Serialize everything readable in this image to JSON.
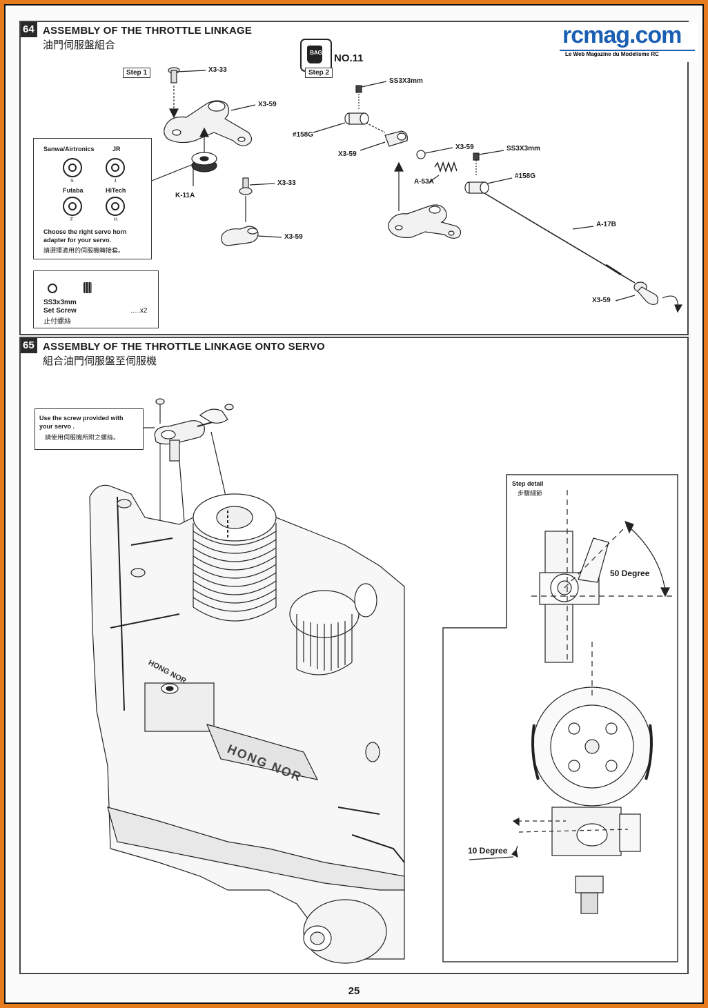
{
  "step64": {
    "number": "64",
    "title_en": "ASSEMBLY OF THE THROTTLE LINKAGE",
    "title_zh": "油門伺服盤組合",
    "bag_label": "BAG",
    "bag_number": "NO.11",
    "step1_label": "Step 1",
    "step2_label": "Step 2",
    "parts": {
      "x3_33_top": "X3-33",
      "x3_59_arm": "X3-59",
      "x3_33_mid": "X3-33",
      "k11a": "K-11A",
      "x3_59_low": "X3-59",
      "ss3x3mm_top": "SS3X3mm",
      "p158g_left": "#158G",
      "x3_59_left": "X3-59",
      "x3_59_mid": "X3-59",
      "a53a": "A-53A",
      "ss3x3mm_right": "SS3X3mm",
      "p158g_right": "#158G",
      "a17b": "A-17B",
      "x3_59_end": "X3-59"
    },
    "adapter_box": {
      "sanwa": "Sanwa/Airtronics",
      "jr": "JR",
      "futaba": "Futaba",
      "hitech": "HiTech",
      "letter_s": "S",
      "letter_j": "J",
      "letter_f": "F",
      "letter_h": "H",
      "note_line1": "Choose the right servo horn",
      "note_line2": "adapter for your servo.",
      "note_zh": "請選擇適用的伺服機轉接套。"
    },
    "screw_box": {
      "name_line1": "SS3x3mm",
      "name_line2": "Set Screw",
      "name_zh": "止付螺絲",
      "qty": ".....x2"
    }
  },
  "step65": {
    "number": "65",
    "title_en": "ASSEMBLY OF THE THROTTLE LINKAGE ONTO SERVO",
    "title_zh": "組合油門伺服盤至伺服機",
    "note_line1": "Use the screw provided with",
    "note_line2": "your servo .",
    "note_zh": "請使用伺服機所附之螺絲。",
    "detail_title": "Step detail",
    "detail_zh": "步驟細節",
    "angle_top": "50 Degree",
    "angle_bottom": "10 Degree",
    "engine_text_1": "HONG NOR",
    "engine_text_2": "HONG NOR"
  },
  "logo": {
    "name": "rcmag.com",
    "tagline": "Le Web Magazine du Modelisme RC"
  },
  "page_number": "25"
}
